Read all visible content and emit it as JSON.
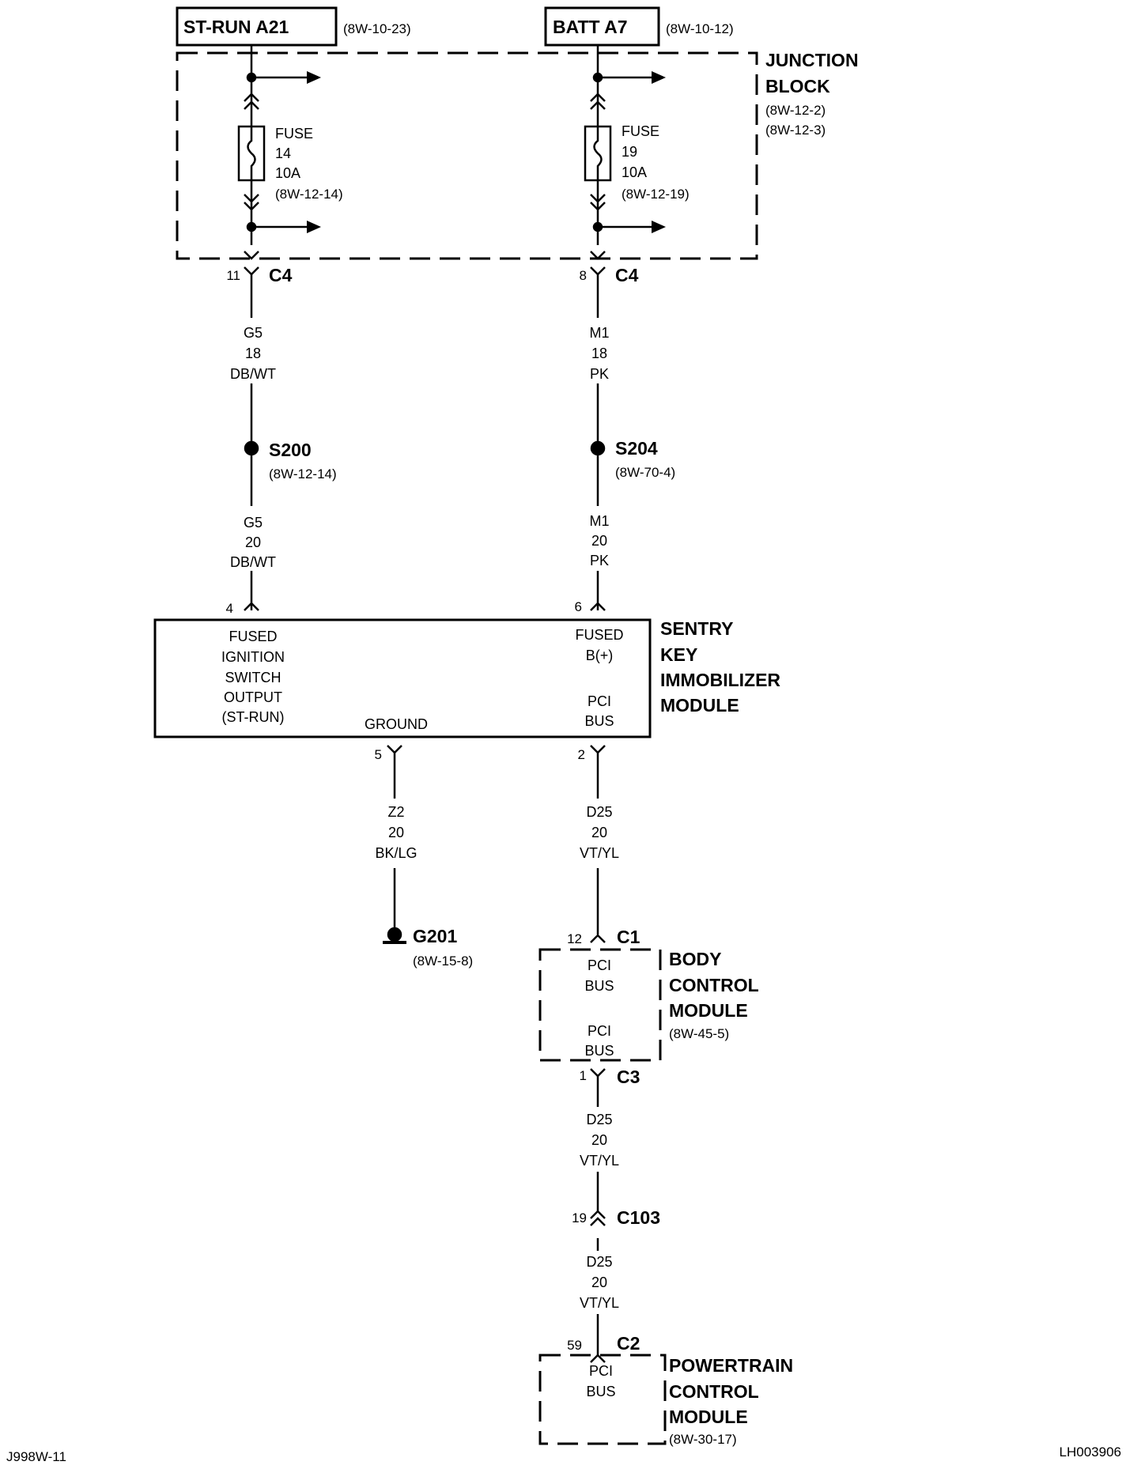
{
  "sources": {
    "st_run": {
      "label": "ST-RUN A21",
      "ref": "(8W-10-23)"
    },
    "batt": {
      "label": "BATT A7",
      "ref": "(8W-10-12)"
    }
  },
  "junction_block": {
    "name_line1": "JUNCTION",
    "name_line2": "BLOCK",
    "ref1": "(8W-12-2)",
    "ref2": "(8W-12-3)",
    "fuse_left": {
      "l1": "FUSE",
      "l2": "14",
      "l3": "10A",
      "l4": "(8W-12-14)"
    },
    "fuse_right": {
      "l1": "FUSE",
      "l2": "19",
      "l3": "10A",
      "l4": "(8W-12-19)"
    }
  },
  "c4_left": {
    "pin": "11",
    "name": "C4"
  },
  "c4_right": {
    "pin": "8",
    "name": "C4"
  },
  "wire_g5_18": {
    "l1": "G5",
    "l2": "18",
    "l3": "DB/WT"
  },
  "wire_m1_18": {
    "l1": "M1",
    "l2": "18",
    "l3": "PK"
  },
  "splice_s200": {
    "name": "S200",
    "ref": "(8W-12-14)"
  },
  "splice_s204": {
    "name": "S204",
    "ref": "(8W-70-4)"
  },
  "wire_g5_20": {
    "l1": "G5",
    "l2": "20",
    "l3": "DB/WT"
  },
  "wire_m1_20": {
    "l1": "M1",
    "l2": "20",
    "l3": "PK"
  },
  "skim": {
    "pin_in_left": "4",
    "pin_in_right": "6",
    "name1": "SENTRY",
    "name2": "KEY",
    "name3": "IMMOBILIZER",
    "name4": "MODULE",
    "fis1": "FUSED",
    "fis2": "IGNITION",
    "fis3": "SWITCH",
    "fis4": "OUTPUT",
    "fis5": "(ST-RUN)",
    "fb1": "FUSED",
    "fb2": "B(+)",
    "ground": "GROUND",
    "pci1": "PCI",
    "pci2": "BUS",
    "pin_out_ground": "5",
    "pin_out_pci": "2"
  },
  "wire_z2": {
    "l1": "Z2",
    "l2": "20",
    "l3": "BK/LG"
  },
  "ground_g201": {
    "name": "G201",
    "ref": "(8W-15-8)"
  },
  "wire_d25_a": {
    "l1": "D25",
    "l2": "20",
    "l3": "VT/YL"
  },
  "bcm": {
    "pin_in": "12",
    "conn_in": "C1",
    "name1": "BODY",
    "name2": "CONTROL",
    "name3": "MODULE",
    "ref": "(8W-45-5)",
    "pci_a1": "PCI",
    "pci_a2": "BUS",
    "pci_b1": "PCI",
    "pci_b2": "BUS",
    "pin_out": "1",
    "conn_out": "C3"
  },
  "wire_d25_b": {
    "l1": "D25",
    "l2": "20",
    "l3": "VT/YL"
  },
  "c103": {
    "pin": "19",
    "name": "C103"
  },
  "wire_d25_c": {
    "l1": "D25",
    "l2": "20",
    "l3": "VT/YL"
  },
  "pcm": {
    "pin_in": "59",
    "conn_in": "C2",
    "name1": "POWERTRAIN",
    "name2": "CONTROL",
    "name3": "MODULE",
    "ref": "(8W-30-17)",
    "pci1": "PCI",
    "pci2": "BUS"
  },
  "footer": {
    "left": "J998W-11",
    "right": "LH003906"
  }
}
